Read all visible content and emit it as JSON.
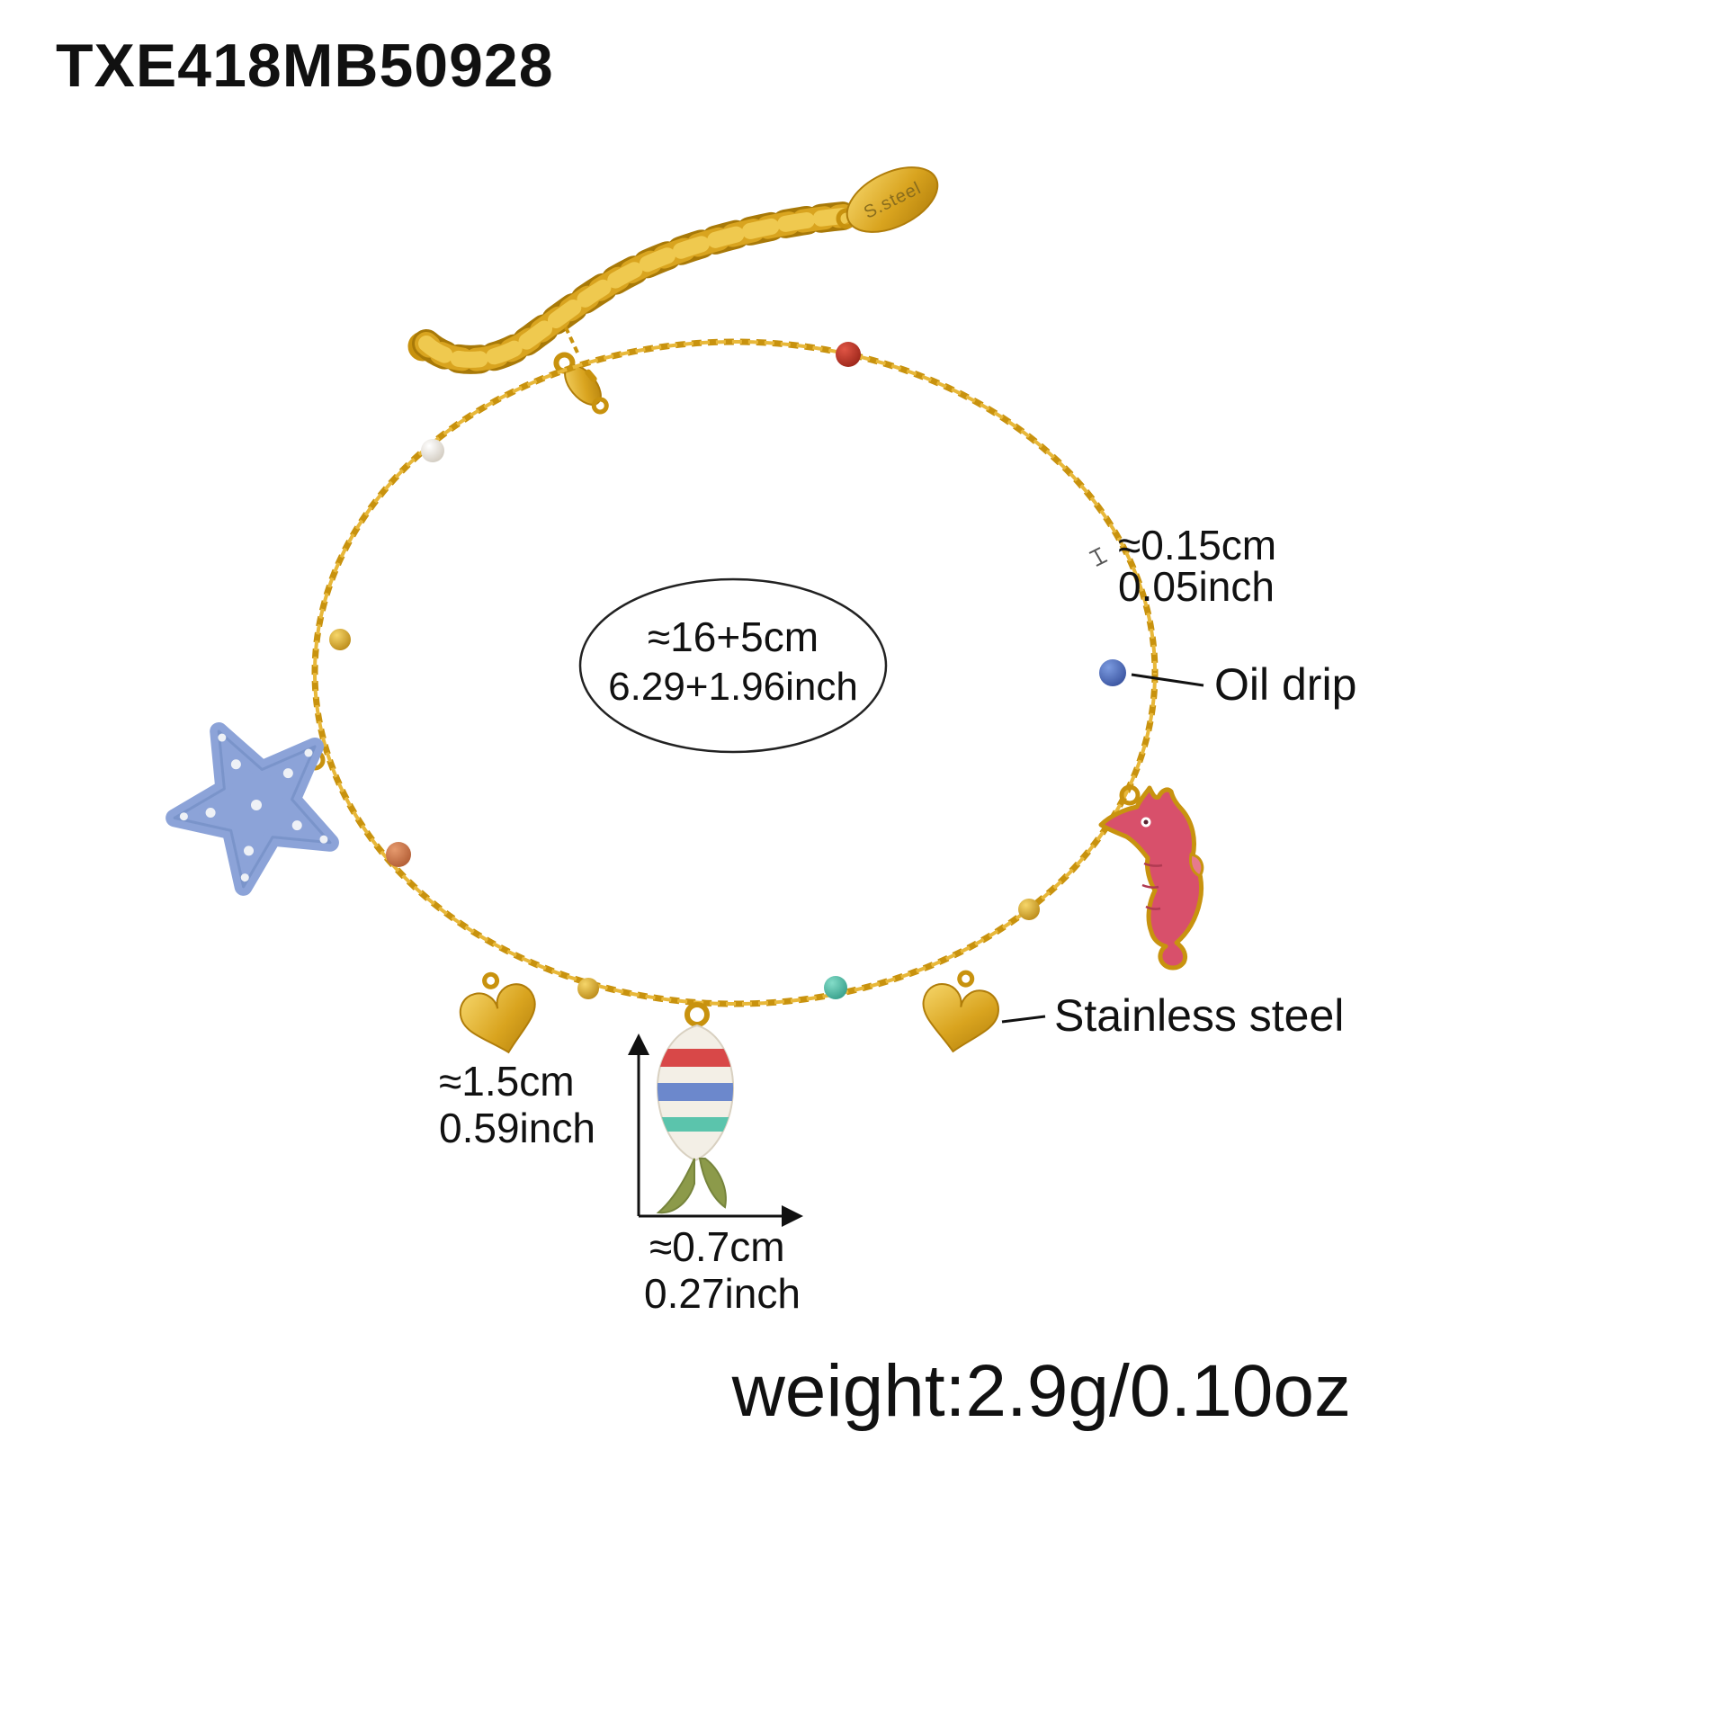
{
  "title": {
    "sku": "TXE418MB50928"
  },
  "annotations": {
    "tag": "S.steel",
    "size": {
      "metric": "≈16+5cm",
      "imperial": "6.29+1.96inch"
    },
    "chain_thickness": {
      "metric": "≈0.15cm",
      "imperial": "0.05inch"
    },
    "oil_drip": "Oil drip",
    "stainless_steel": "Stainless steel",
    "fish_height": {
      "metric": "≈1.5cm",
      "imperial": "0.59inch"
    },
    "fish_width": {
      "metric": "≈0.7cm",
      "imperial": "0.27inch"
    },
    "weight": "weight:2.9g/0.10oz"
  },
  "colors": {
    "gold": "#D9A41F",
    "gold_dark": "#B07D0A",
    "gold_light": "#F6D66A",
    "starfish_blue": "#8CA3D8",
    "seahorse_pink": "#D8506B",
    "fish_body": "#F3EFE6",
    "fish_stripe_red": "#D84848",
    "fish_stripe_blue": "#6C88CC",
    "fish_stripe_teal": "#5BC4AC",
    "fish_tail_olive": "#8C9A4A",
    "bead_red": "#B5281E",
    "bead_blue": "#3E5BB0",
    "bead_white": "#E9E2D8",
    "bead_orange": "#C96A3C",
    "bead_teal": "#3FB59A",
    "text": "#111111"
  }
}
